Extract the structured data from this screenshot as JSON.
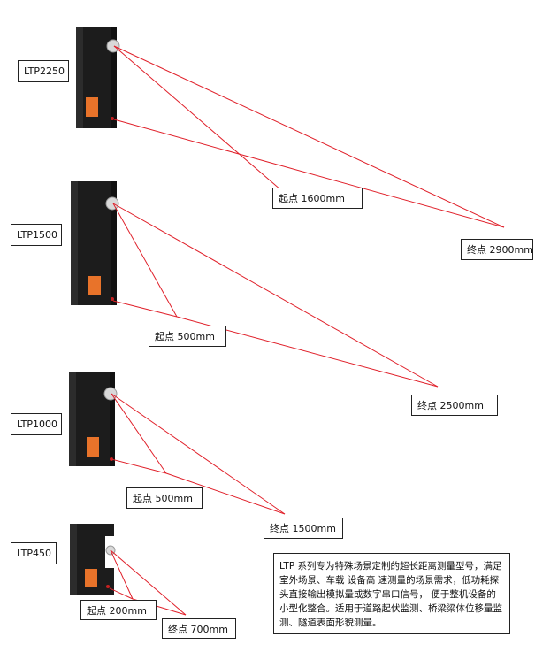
{
  "models": [
    {
      "name": "LTP2250",
      "start_label": "起点 1600mm",
      "end_label": "终点 2900mm"
    },
    {
      "name": "LTP1500",
      "start_label": "起点 500mm",
      "end_label": "终点 2500mm"
    },
    {
      "name": "LTP1000",
      "start_label": "起点 500mm",
      "end_label": "终点 1500mm"
    },
    {
      "name": "LTP450",
      "start_label": "起点 200mm",
      "end_label": "终点 700mm"
    }
  ],
  "description": "LTP 系列专为特殊场景定制的超长距离测量型号，满足室外场景、车载  设备高  速测量的场景需求，低功耗探头直接输出模拟量或数字串口信号，  便于整机设备的小型化整合。适用于道路起伏监测、桥梁梁体位移量监测、隧道表面形貌测量。",
  "colors": {
    "beam": "#e0202a",
    "sensor_body": "#1b1b1b",
    "label_patch": "#e8732a"
  }
}
